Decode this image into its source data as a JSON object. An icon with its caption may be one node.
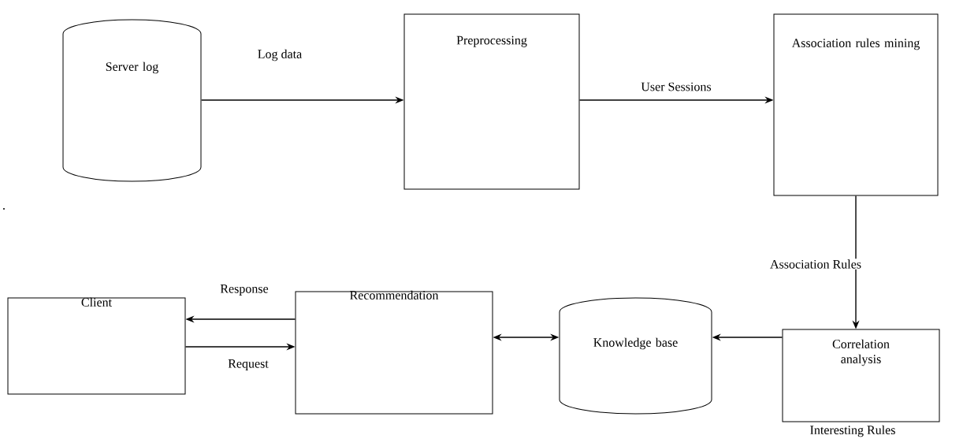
{
  "diagram": {
    "nodes": [
      {
        "text": [
          "Server log"
        ]
      },
      {
        "text": [
          "Preprocessing"
        ]
      },
      {
        "text": [
          "Association rules mining"
        ]
      },
      {
        "text": [
          "Correlation analysis"
        ]
      },
      {
        "text": [
          "Knowledge base"
        ]
      },
      {
        "text": [
          "Recommendation"
        ]
      },
      {
        "text": [
          "Client"
        ]
      }
    ],
    "edges": [
      {
        "from": 0,
        "to": 1,
        "arrow": "to",
        "label": "Log data"
      },
      {
        "from": 1,
        "to": 2,
        "arrow": "to",
        "label": "User Sessions"
      },
      {
        "from": 2,
        "to": 3,
        "arrow": "to",
        "label": "Association Rules"
      },
      {
        "from": 3,
        "to": 4,
        "arrow": "to"
      },
      {
        "from": 5,
        "to": 4,
        "arrow": "both"
      },
      {
        "from": 5,
        "to": 6,
        "arrow": "to",
        "label": "Response"
      },
      {
        "from": 6,
        "to": 5,
        "arrow": "to",
        "label": "Request"
      }
    ],
    "labels": [
      ".",
      "Interesting Rules"
    ]
  }
}
